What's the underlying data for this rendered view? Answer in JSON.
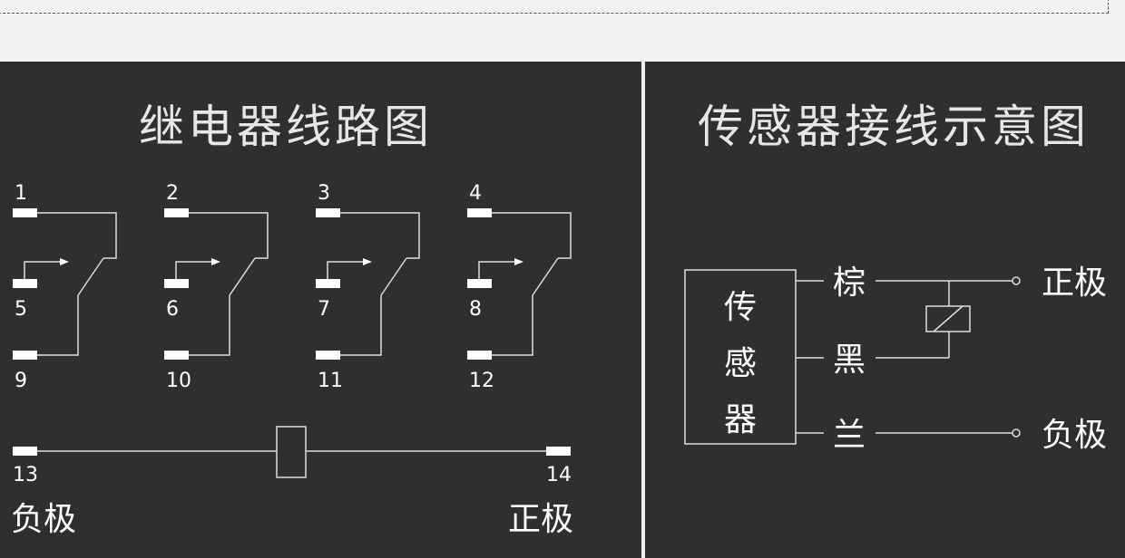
{
  "relay_panel": {
    "title": "继电器线路图",
    "groups": [
      {
        "top": "1",
        "mid": "5",
        "bottom": "9"
      },
      {
        "top": "2",
        "mid": "6",
        "bottom": "10"
      },
      {
        "top": "3",
        "mid": "7",
        "bottom": "11"
      },
      {
        "top": "4",
        "mid": "8",
        "bottom": "12"
      }
    ],
    "coil_left_pin": "13",
    "coil_right_pin": "14",
    "left_pole": "负极",
    "right_pole": "正极"
  },
  "sensor_panel": {
    "title": "传感器接线示意图",
    "sensor_chars": [
      "传",
      "感",
      "器"
    ],
    "wire_brown": "棕",
    "wire_black": "黑",
    "wire_blue": "兰",
    "positive": "正极",
    "negative": "负极"
  },
  "colors": {
    "panel_bg": "#2f2f2f",
    "page_bg": "#f2f2f2",
    "line": "#dddddd",
    "terminal": "#ffffff"
  }
}
